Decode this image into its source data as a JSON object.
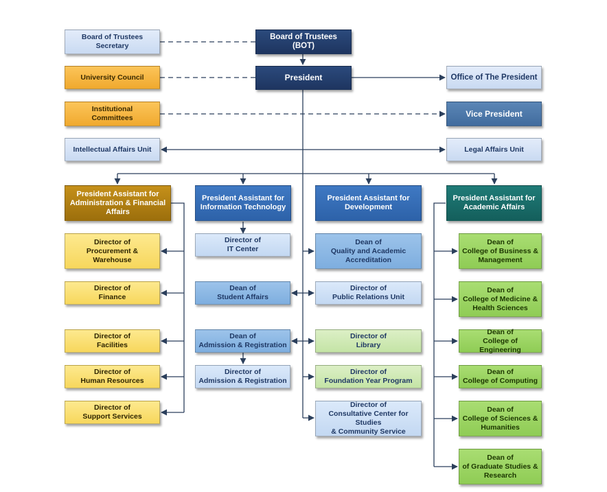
{
  "top": {
    "bot": "Board of Trustees\n(BOT)",
    "bot_secretary": "Board of Trustees\nSecretary",
    "president": "President",
    "university_council": "University Council",
    "institutional_committees": "Institutional\nCommittees",
    "intellectual_affairs": "Intellectual Affairs Unit",
    "office_of_president": "Office of The President",
    "vice_president": "Vice President",
    "legal_affairs": "Legal Affairs Unit"
  },
  "admin_finance": {
    "head": "President Assistant for\nAdministration & Financial\nAffairs",
    "items": [
      "Director of\nProcurement &\nWarehouse",
      "Director of\nFinance",
      "Director of\nFacilities",
      "Director of\nHuman Resources",
      "Director of\nSupport Services"
    ]
  },
  "it": {
    "head": "President Assistant for\nInformation Technology",
    "items": [
      "Director of\nIT Center",
      "Dean of\nStudent Affairs",
      "Dean of\nAdmission & Registration",
      "Director of\nAdmission & Registration"
    ]
  },
  "development": {
    "head": "President Assistant for\nDevelopment",
    "items": [
      "Dean of\nQuality and Academic\nAccreditation",
      "Director of\nPublic Relations Unit",
      "Director of\nLibrary",
      "Director of\nFoundation Year Program",
      "Director of\nConsultative Center for Studies\n& Community Service"
    ]
  },
  "academic": {
    "head": "President Assistant for\nAcademic Affairs",
    "items": [
      "Dean of\nCollege of Business &\nManagement",
      "Dean of\nCollege of Medicine &\nHealth Sciences",
      "Dean of\nCollege of Engineering",
      "Dean of\nCollege of Computing",
      "Dean of\nCollege of Sciences &\nHumanities",
      "Dean of\nof Graduate  Studies &\nResearch"
    ]
  }
}
